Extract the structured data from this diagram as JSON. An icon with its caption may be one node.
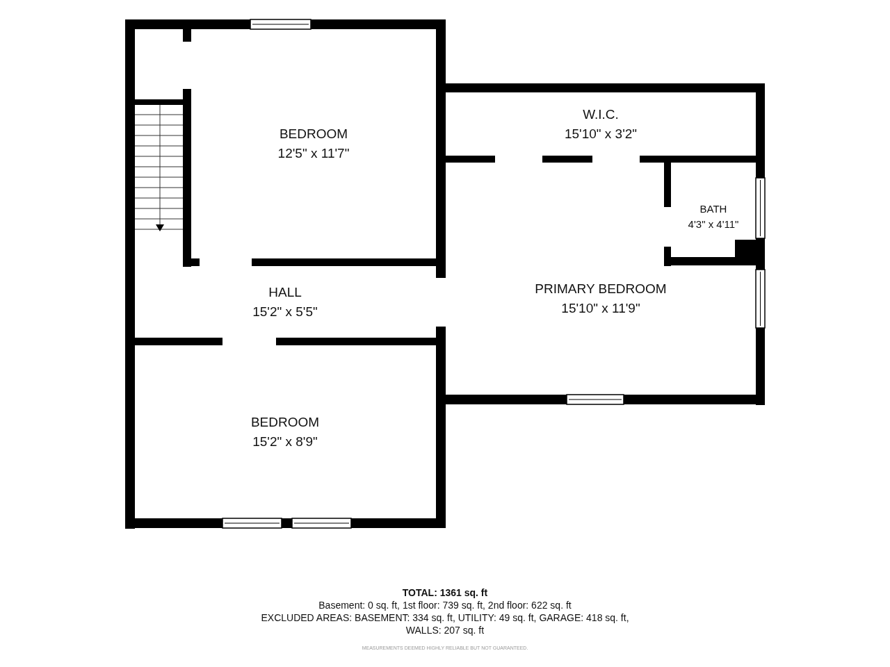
{
  "diagram": {
    "nodes": [
      {
        "text": [
          "BEDROOM",
          "12'5\" x 11'7\""
        ]
      },
      {
        "text": [
          "W.I.C.",
          "15'10\" x 3'2\""
        ]
      },
      {
        "text": [
          "HALL",
          "15'2\" x 5'5\""
        ]
      },
      {
        "text": [
          "PRIMARY BEDROOM",
          "15'10\" x 11'9\""
        ]
      },
      {
        "text": [
          "BATH",
          "4'3\" x 4'11\""
        ],
        "in": 3
      },
      {
        "text": [
          "BEDROOM",
          "15'2\" x 8'9\""
        ]
      }
    ],
    "labels": [
      "**TOTAL:** **1361 sq. ft**",
      "Basement: 0 sq. ft, 1st floor: 739 sq. ft, 2nd floor: 622 sq. ft",
      "EXCLUDED AREAS: BASEMENT: 334 sq. ft, UTILITY: 49 sq. ft, GARAGE: 418 sq. ft, WALLS: 207 sq. ft",
      "MEASUREMENTS DEEMED HIGHLY RELIABLE BUT NOT GUARANTEED."
    ]
  }
}
